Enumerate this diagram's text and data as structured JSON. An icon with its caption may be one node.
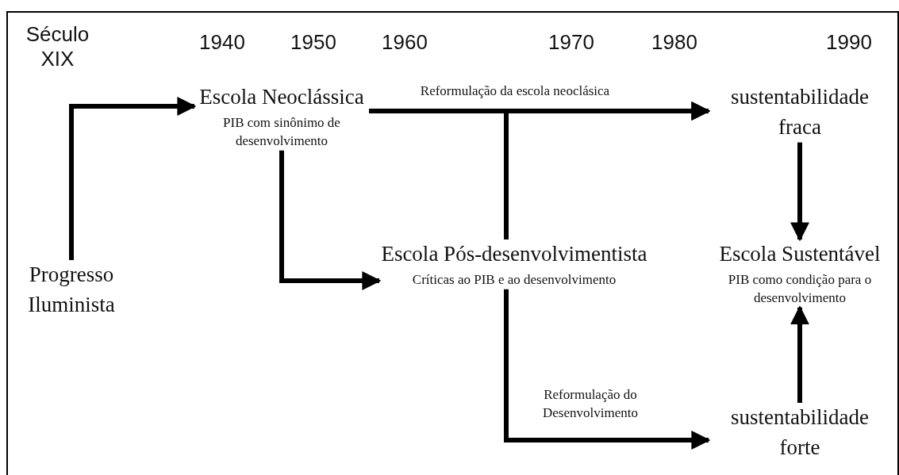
{
  "diagram": {
    "nodes": [
      {
        "text": [
          "Progresso Iluminista"
        ]
      },
      {
        "text": [
          "Escola Neoclássica",
          "PIB com sinônimo de desenvolvimento"
        ]
      },
      {
        "text": [
          "sustentabilidade fraca"
        ]
      },
      {
        "text": [
          "Escola Pós-desenvolvimentista",
          "Críticas ao PIB e ao desenvolvimento"
        ]
      },
      {
        "text": [
          "Escola Sustentável",
          "PIB como condição para o desenvolvimento"
        ]
      },
      {
        "text": [
          "sustentabilidade forte"
        ]
      }
    ],
    "edges": [
      {
        "from": 0,
        "to": 1,
        "arrow": "to"
      },
      {
        "from": 1,
        "to": 2,
        "arrow": "to",
        "label": "Reformulação da escola neoclásica"
      },
      {
        "from": 3,
        "to": 2,
        "arrow": "to"
      },
      {
        "from": 1,
        "to": 3,
        "arrow": "to"
      },
      {
        "from": 3,
        "to": 5,
        "arrow": "to",
        "label": "Reformulação do Desenvolvimento"
      },
      {
        "from": 2,
        "to": 4,
        "arrow": "to"
      },
      {
        "from": 5,
        "to": 4,
        "arrow": "to"
      }
    ],
    "labels": [
      "Século XIX",
      "1940",
      "1950",
      "1960",
      "1970",
      "1980",
      "1990"
    ]
  }
}
